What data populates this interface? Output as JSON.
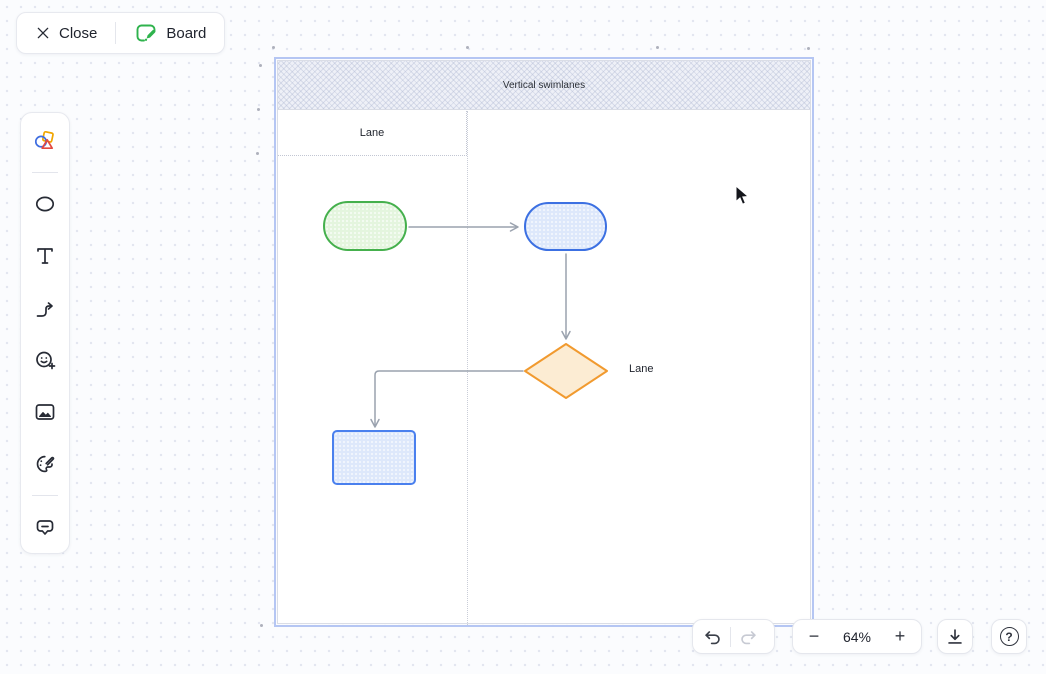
{
  "top_toolbar": {
    "close_label": "Close",
    "board_label": "Board",
    "board_icon_color": "#2fb34d"
  },
  "sidebar": {
    "icons": [
      "shapes-library",
      "ellipse",
      "text",
      "connector",
      "add-sticker",
      "image",
      "palette",
      "comment"
    ]
  },
  "frame": {
    "title": "Vertical swimlanes",
    "lane_title": "Lane",
    "floating_lane_label": "Lane",
    "selection_color": "#b5c6f3",
    "connector_color": "#9aa2ae",
    "shapes": {
      "start": {
        "kind": "stadium",
        "fill": "#e4f5de",
        "stroke": "#45b04d"
      },
      "process": {
        "kind": "stadium",
        "fill": "#dde8fb",
        "stroke": "#3c70e2"
      },
      "decision": {
        "kind": "diamond",
        "fill": "#fcecd3",
        "stroke": "#f19a2f"
      },
      "task": {
        "kind": "rectangle",
        "fill": "#dde8fb",
        "stroke": "#4a80ee"
      }
    }
  },
  "bottom_controls": {
    "zoom_out_label": "−",
    "zoom_level": "64%",
    "zoom_in_label": "+",
    "help_label": "?"
  }
}
